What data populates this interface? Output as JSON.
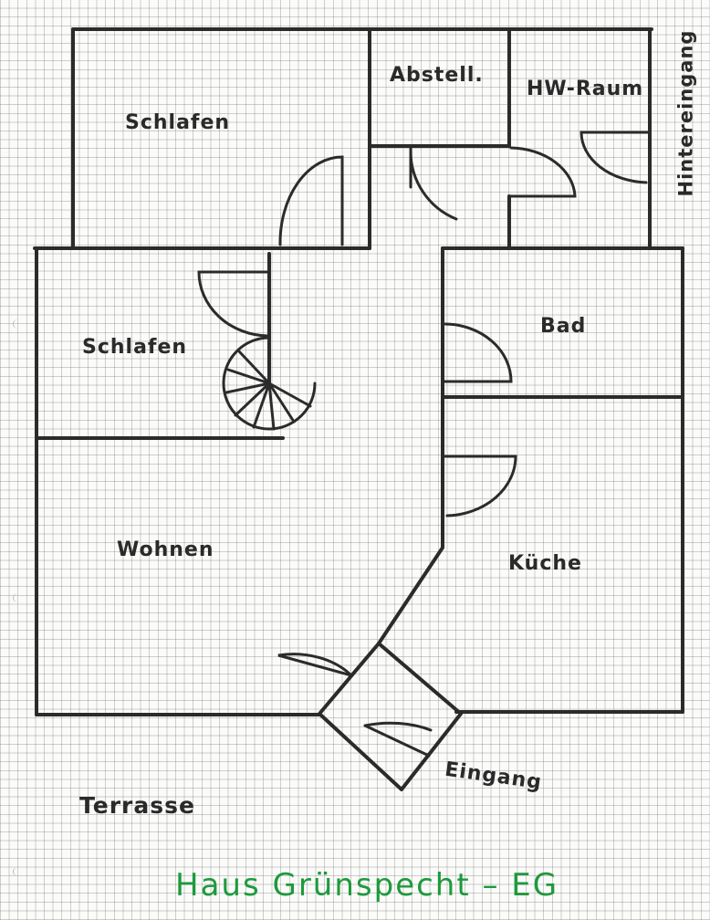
{
  "title": "Haus Grünspecht – EG",
  "title_color": "#1e9a3c",
  "rooms": {
    "schlafen_top": "Schlafen",
    "abstell": "Abstell.",
    "hw_raum": "HW-Raum",
    "hintereingang": "Hintereingang",
    "schlafen_mid": "Schlafen",
    "bad": "Bad",
    "wohnen": "Wohnen",
    "kueche": "Küche",
    "eingang": "Eingang",
    "terrasse": "Terrasse"
  }
}
